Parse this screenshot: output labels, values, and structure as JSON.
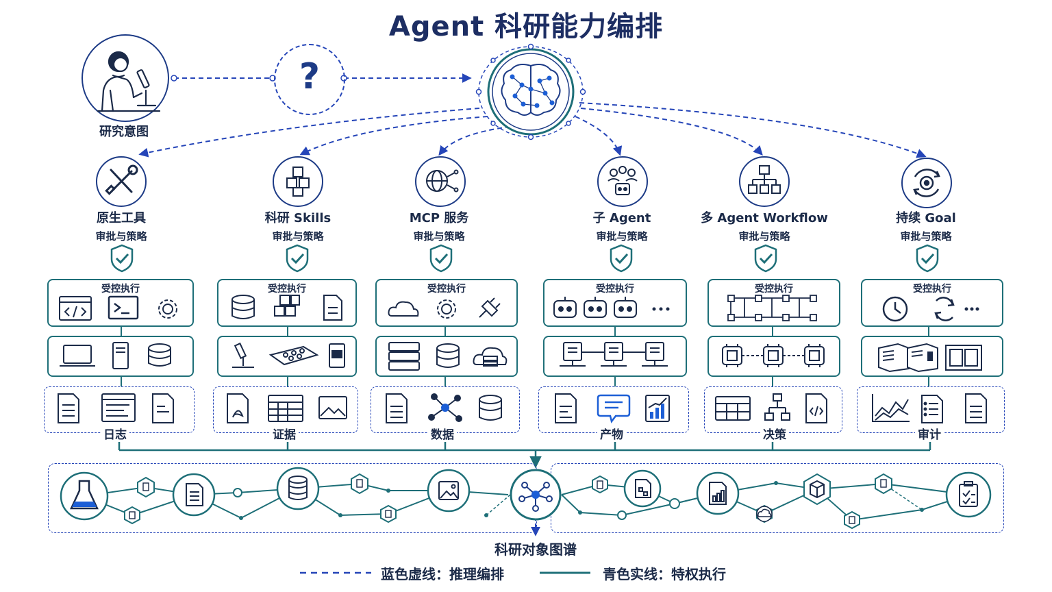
{
  "title": "Agent 科研能力编排",
  "intent_label": "研究意图",
  "question_glyph": "?",
  "columns": [
    {
      "name": "原生工具",
      "policy": "审批与策略",
      "controlled": "受控执行",
      "output": "日志"
    },
    {
      "name": "科研 Skills",
      "policy": "审批与策略",
      "controlled": "受控执行",
      "output": "证据"
    },
    {
      "name": "MCP 服务",
      "policy": "审批与策略",
      "controlled": "受控执行",
      "output": "数据"
    },
    {
      "name": "子 Agent",
      "policy": "审批与策略",
      "controlled": "受控执行",
      "output": "产物"
    },
    {
      "name": "多 Agent Workflow",
      "policy": "审批与策略",
      "controlled": "受控执行",
      "output": "决策"
    },
    {
      "name": "持续 Goal",
      "policy": "审批与策略",
      "controlled": "受控执行",
      "output": "审计"
    }
  ],
  "graph_label": "科研对象图谱",
  "legend": {
    "dashed": "蓝色虚线：推理编排",
    "solid": "青色实线：特权执行"
  },
  "colors": {
    "navy": "#1d3b86",
    "teal": "#1e6f78",
    "blue": "#2545b8",
    "accent": "#1d5fd6"
  }
}
